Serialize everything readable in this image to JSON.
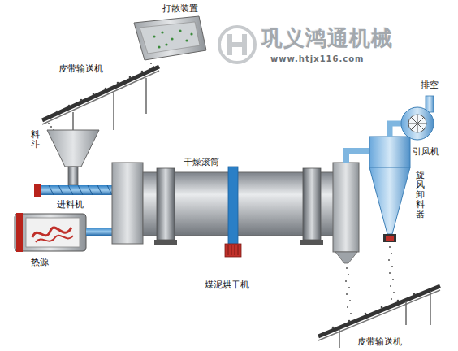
{
  "diagram": {
    "caption": "煤泥烘干机",
    "labels": [
      "打散装置",
      "巩义鸿通机械",
      "www.htjx116.com",
      "皮带输送机",
      "料斗",
      "进料机",
      "热源",
      "干燥滚筒",
      "排空",
      "引风机",
      "旋风卸料器",
      "皮带输送机"
    ]
  }
}
